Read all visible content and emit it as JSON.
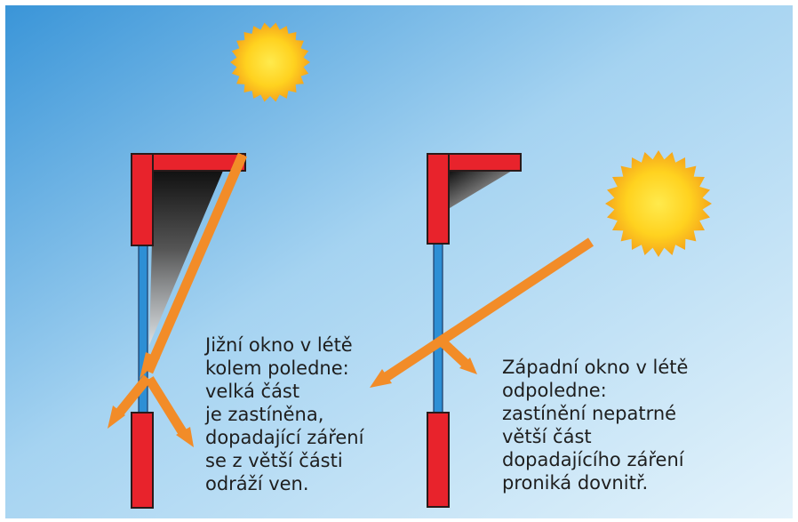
{
  "colors": {
    "sky_top": "#2f8fd6",
    "sky_mid": "#a9d6f2",
    "sky_light": "#d8eefa",
    "frame": "#e8232c",
    "frame_outline": "#2a1a1a",
    "glass": "#2d8fd5",
    "ray": "#f28c28",
    "sun_core": "#ffd21f",
    "sun_rim": "#f7a51c"
  },
  "icons": {
    "sun": "sun-icon",
    "ray": "solar-ray-arrow"
  },
  "captions": {
    "south_window": [
      "Jižní okno v létě",
      "kolem poledne:",
      "velká část",
      "je zastíněna,",
      "dopadající záření",
      "se z větší části",
      "odráží ven."
    ],
    "west_window": [
      "Západní okno v létě",
      "odpoledne:",
      "zastínění nepatrné",
      "větší část",
      "dopadajícího záření",
      "proniká dovnitř."
    ]
  }
}
